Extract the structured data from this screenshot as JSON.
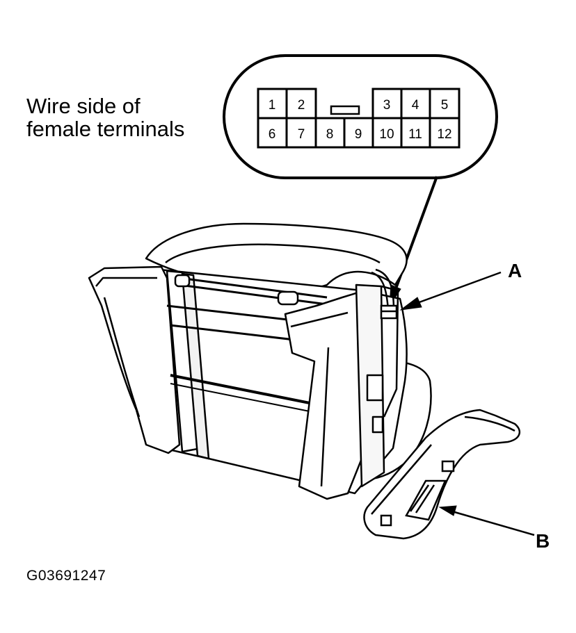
{
  "caption": {
    "line1": "Wire side of",
    "line2": "female terminals"
  },
  "connector": {
    "pins_top": [
      "1",
      "2",
      "3",
      "4",
      "5"
    ],
    "pins_bottom": [
      "6",
      "7",
      "8",
      "9",
      "10",
      "11",
      "12"
    ]
  },
  "callouts": {
    "a": "A",
    "b": "B"
  },
  "figure_code": "G03691247",
  "colors": {
    "line": "#000000",
    "fill": "#ffffff",
    "shade": "#e8e8e8"
  }
}
